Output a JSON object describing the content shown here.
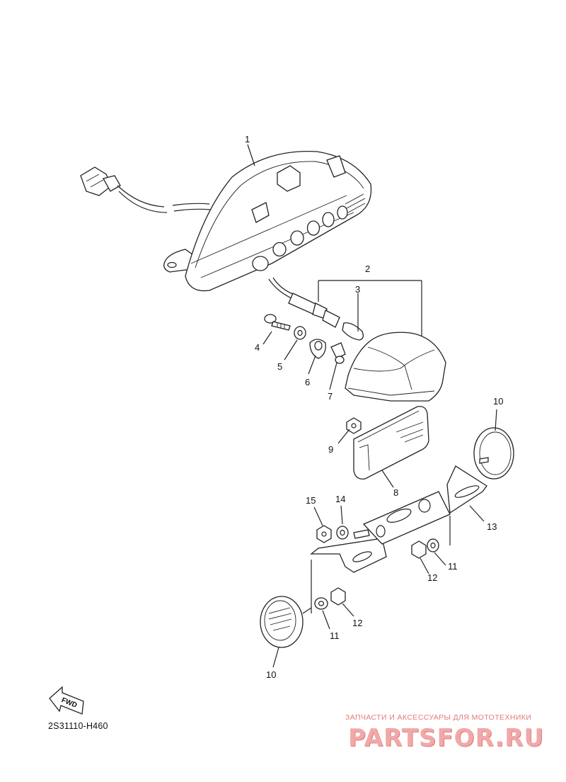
{
  "diagram": {
    "callouts": [
      {
        "id": "c1",
        "text": "1"
      },
      {
        "id": "c2",
        "text": "2"
      },
      {
        "id": "c3",
        "text": "3"
      },
      {
        "id": "c4",
        "text": "4"
      },
      {
        "id": "c5",
        "text": "5"
      },
      {
        "id": "c6",
        "text": "6"
      },
      {
        "id": "c7",
        "text": "7"
      },
      {
        "id": "c8",
        "text": "8"
      },
      {
        "id": "c9",
        "text": "9"
      },
      {
        "id": "c10a",
        "text": "10"
      },
      {
        "id": "c10b",
        "text": "10"
      },
      {
        "id": "c11a",
        "text": "11"
      },
      {
        "id": "c11b",
        "text": "11"
      },
      {
        "id": "c12a",
        "text": "12"
      },
      {
        "id": "c12b",
        "text": "12"
      },
      {
        "id": "c13",
        "text": "13"
      },
      {
        "id": "c14",
        "text": "14"
      },
      {
        "id": "c15",
        "text": "15"
      }
    ],
    "fwd_label": "FWD",
    "drawing_code": "2S31110-H460"
  },
  "watermark": {
    "subtitle": "ЗАПЧАСТИ И АКСЕССУАРЫ ДЛЯ МОТОТЕХНИКИ",
    "logo": "PARTSFOR.RU"
  },
  "colors": {
    "line": "#222222",
    "watermark_text": "#e47a7a",
    "watermark_logo": "#f1a8a8"
  }
}
